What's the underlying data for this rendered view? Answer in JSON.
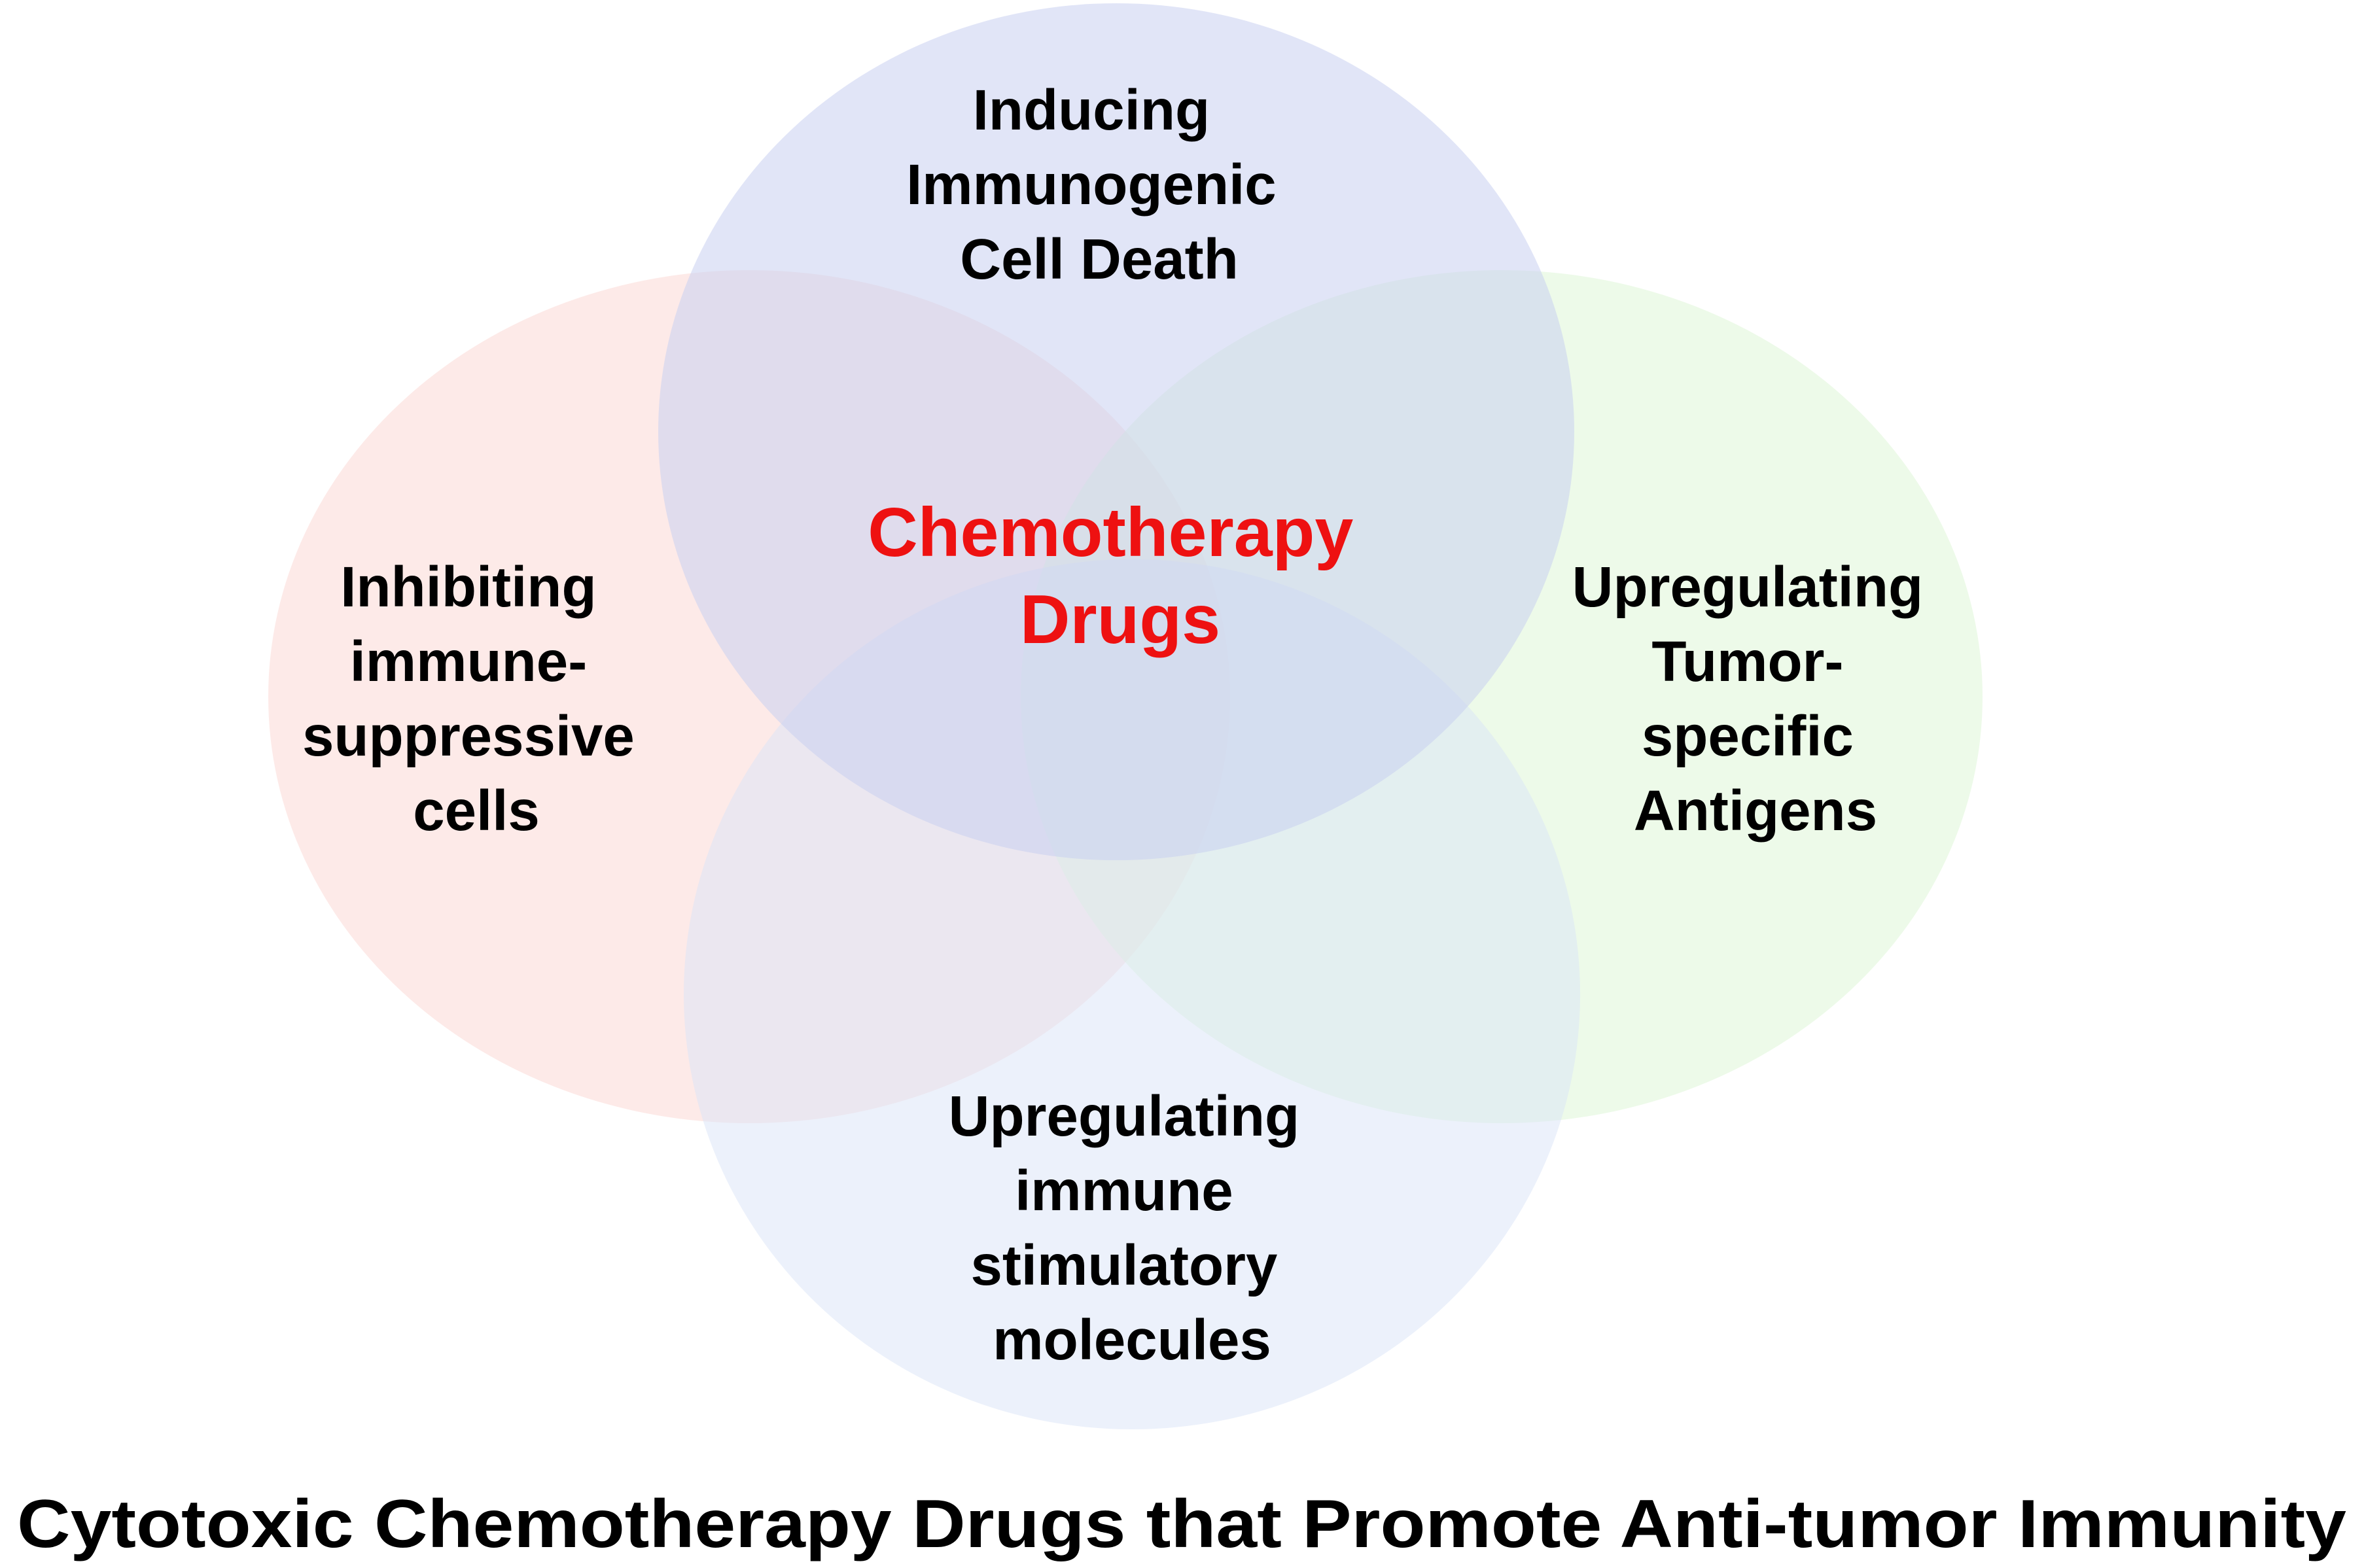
{
  "diagram": {
    "colors": {
      "top": "#c9cff0",
      "left": "#fbd9d6",
      "right": "#def5d7",
      "bottom": "#d9e3f8",
      "center_text": "#ee1111",
      "text": "#000000"
    },
    "top_circle": {
      "lines": [
        "Inducing",
        "Immunogenic",
        "Cell Death"
      ]
    },
    "left_circle": {
      "lines": [
        "Inhibiting",
        "immune-",
        "suppressive",
        "cells"
      ]
    },
    "right_circle": {
      "lines": [
        "Upregulating",
        "Tumor-",
        "specific",
        "Antigens"
      ]
    },
    "bottom_circle": {
      "lines": [
        "Upregulating",
        "immune",
        "stimulatory",
        "molecules"
      ]
    },
    "center": {
      "lines": [
        "Chemotherapy",
        "Drugs"
      ]
    }
  },
  "caption": "Cytotoxic Chemotherapy Drugs that Promote Anti-tumor Immunity"
}
